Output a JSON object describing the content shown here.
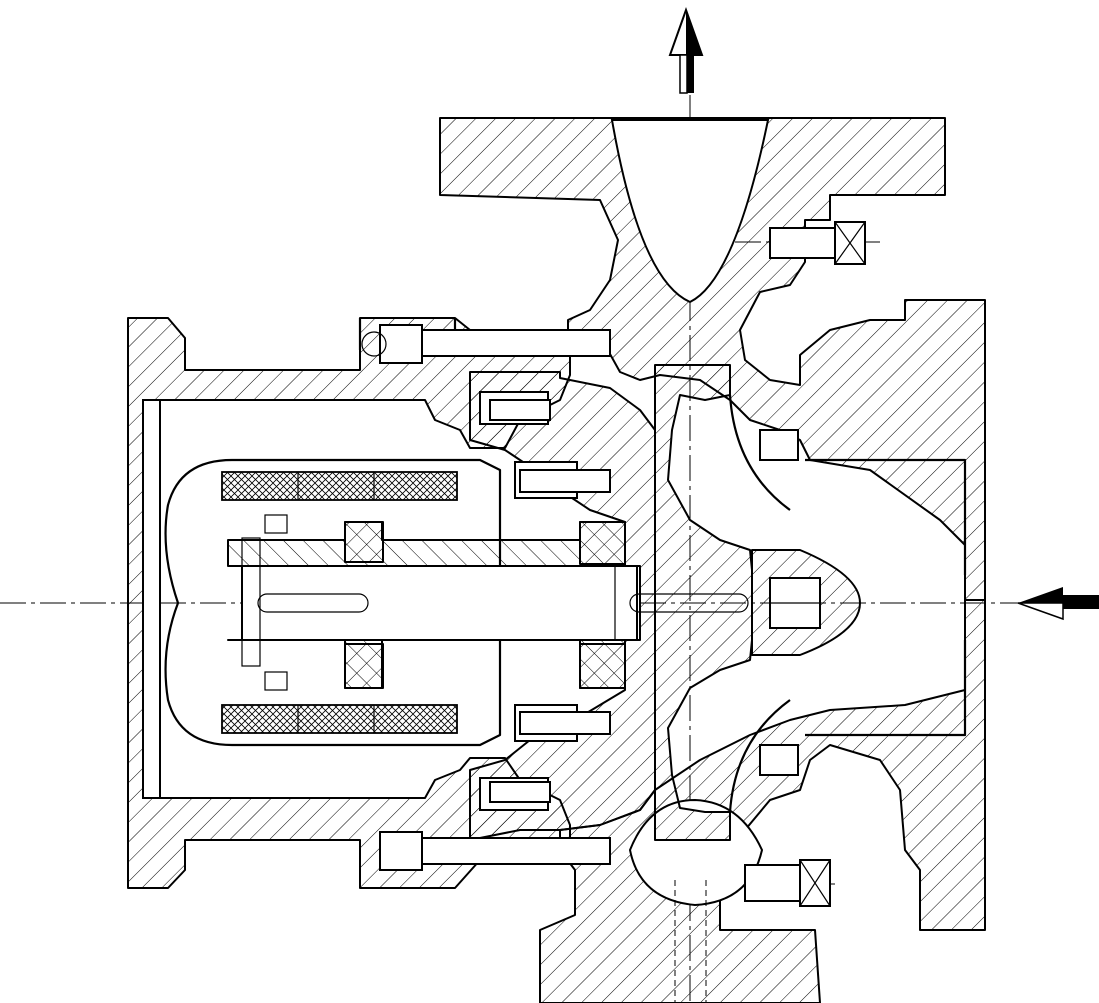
{
  "drawing": {
    "type": "sectional-view",
    "arrows": [
      {
        "name": "outlet-flow-arrow",
        "direction": "up"
      },
      {
        "name": "inlet-flow-arrow",
        "direction": "left"
      }
    ],
    "colors": {
      "line": "#000000",
      "background": "#ffffff"
    }
  }
}
